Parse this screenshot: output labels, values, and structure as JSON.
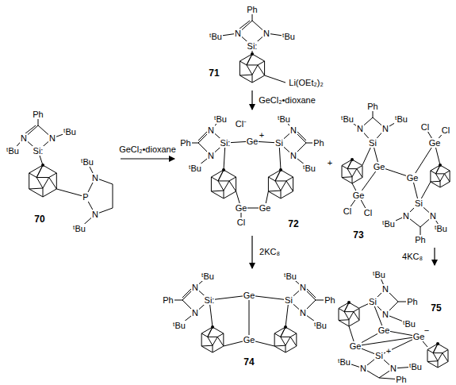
{
  "diagram": {
    "nodes": [
      {
        "text": [
          "71"
        ]
      },
      {
        "text": [
          "70"
        ]
      },
      {
        "text": [
          "72"
        ]
      },
      {
        "text": [
          "73"
        ]
      },
      {
        "text": [
          "74"
        ]
      },
      {
        "text": [
          "75"
        ]
      }
    ],
    "edges": [
      {
        "from": 0,
        "to": 2,
        "arrow": "to",
        "label": "GeCl₂•dioxane"
      },
      {
        "from": 1,
        "to": 2,
        "arrow": "to",
        "label": "GeCl₂•dioxane"
      },
      {
        "from": 2,
        "to": 4,
        "arrow": "to",
        "label": "2KC₈"
      },
      {
        "from": 3,
        "to": 5,
        "arrow": "to",
        "label": "4KC₈"
      }
    ],
    "labels": [
      "Ph",
      "N",
      "N",
      "ᵗBu",
      "ᵗBu",
      "Si:",
      "Li(OEt₂)₂",
      "Ph",
      "N",
      "N",
      "ᵗBu",
      "ᵗBu",
      "Si:",
      "P",
      "N",
      "N",
      "ᵗBu",
      "ᵗBu",
      "Ph",
      "N",
      "N",
      "ᵗBu",
      "ᵗBu",
      "Si:",
      "Ge",
      "+",
      "Cl⁻",
      "Si",
      "N",
      "N",
      "ᵗBu",
      "ᵗBu",
      "Ph",
      "Ge",
      "Cl",
      "Ge",
      "+",
      "Ph",
      "N",
      "ᵗBu",
      "N",
      "ᵗBu",
      "Si",
      "Ge",
      "Ge",
      "Cl",
      "Cl",
      "Ge",
      "Si",
      "N",
      "ᵗBu",
      "Ge",
      "Cl",
      "Cl",
      "ᵗBu",
      "N",
      "Ph",
      "Ph",
      "N",
      "ᵗBu",
      "N",
      "ᵗBu",
      "Si:",
      "Ge",
      "Si",
      "N",
      "ᵗBu",
      "N",
      "Ph",
      "ᵗBu",
      "Ge",
      "ᵗBu",
      "N",
      "Ph",
      "Si",
      "N",
      "ᵗBu",
      "Ge",
      "Ge",
      "−",
      "Ge",
      "+",
      "Si",
      "ᵗBu",
      "N",
      "N",
      "ᵗBu",
      "Ph"
    ]
  }
}
